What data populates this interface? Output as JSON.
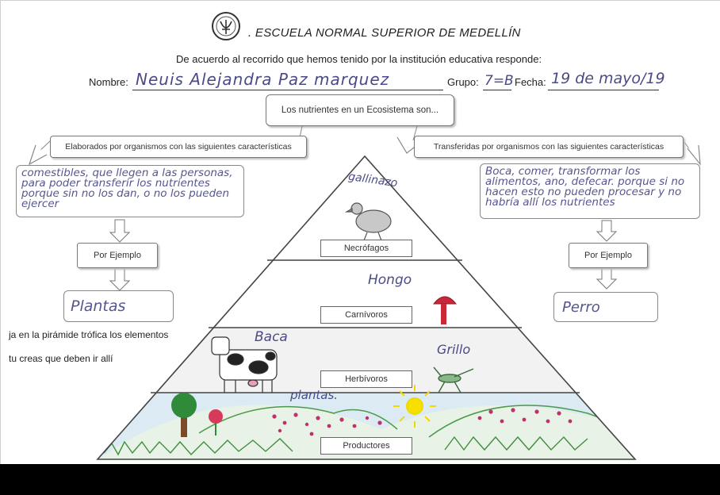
{
  "header": {
    "school_name": ". ESCUELA NORMAL SUPERIOR DE MEDELLÍN",
    "instruction": "De acuerdo al recorrido que hemos tenido por la institución educativa responde:"
  },
  "form": {
    "name_label": "Nombre:",
    "name_value": "Neuis Alejandra Paz marquez",
    "group_label": "Grupo:",
    "group_value": "7=B",
    "date_label": "Fecha:",
    "date_value": "19 de mayo/19"
  },
  "diagram": {
    "top_question": "Los nutrientes en un Ecosistema son...",
    "left_header": "Elaborados por organismos con las siguientes características",
    "right_header": "Transferidas por organismos con las siguientes características",
    "left_answer": "comestibles, que llegen a las personas, para poder transferir los nutrientes porque sin no los dan, o no los pueden ejercer",
    "right_answer": "Boca, comer, transformar los alimentos, ano, defecar. porque si no hacen esto no pueden procesar y no habría allí los nutrientes",
    "left_example_label": "Por Ejemplo",
    "right_example_label": "Por Ejemplo",
    "left_example_answer": "Plantas",
    "right_example_answer": "Perro"
  },
  "side_instruction": {
    "line1": "ja en la pirámide trófica los elementos",
    "line2": "tu creas que deben ir allí"
  },
  "pyramid": {
    "levels": [
      {
        "label": "Necrófagos",
        "handwritten": "gallinazo"
      },
      {
        "label": "Carnívoros",
        "handwritten": "Hongo"
      },
      {
        "label": "Herbívoros",
        "handwritten_1": "Baca",
        "handwritten_2": "Grillo"
      },
      {
        "label": "Productores",
        "handwritten": "plantas."
      }
    ]
  }
}
